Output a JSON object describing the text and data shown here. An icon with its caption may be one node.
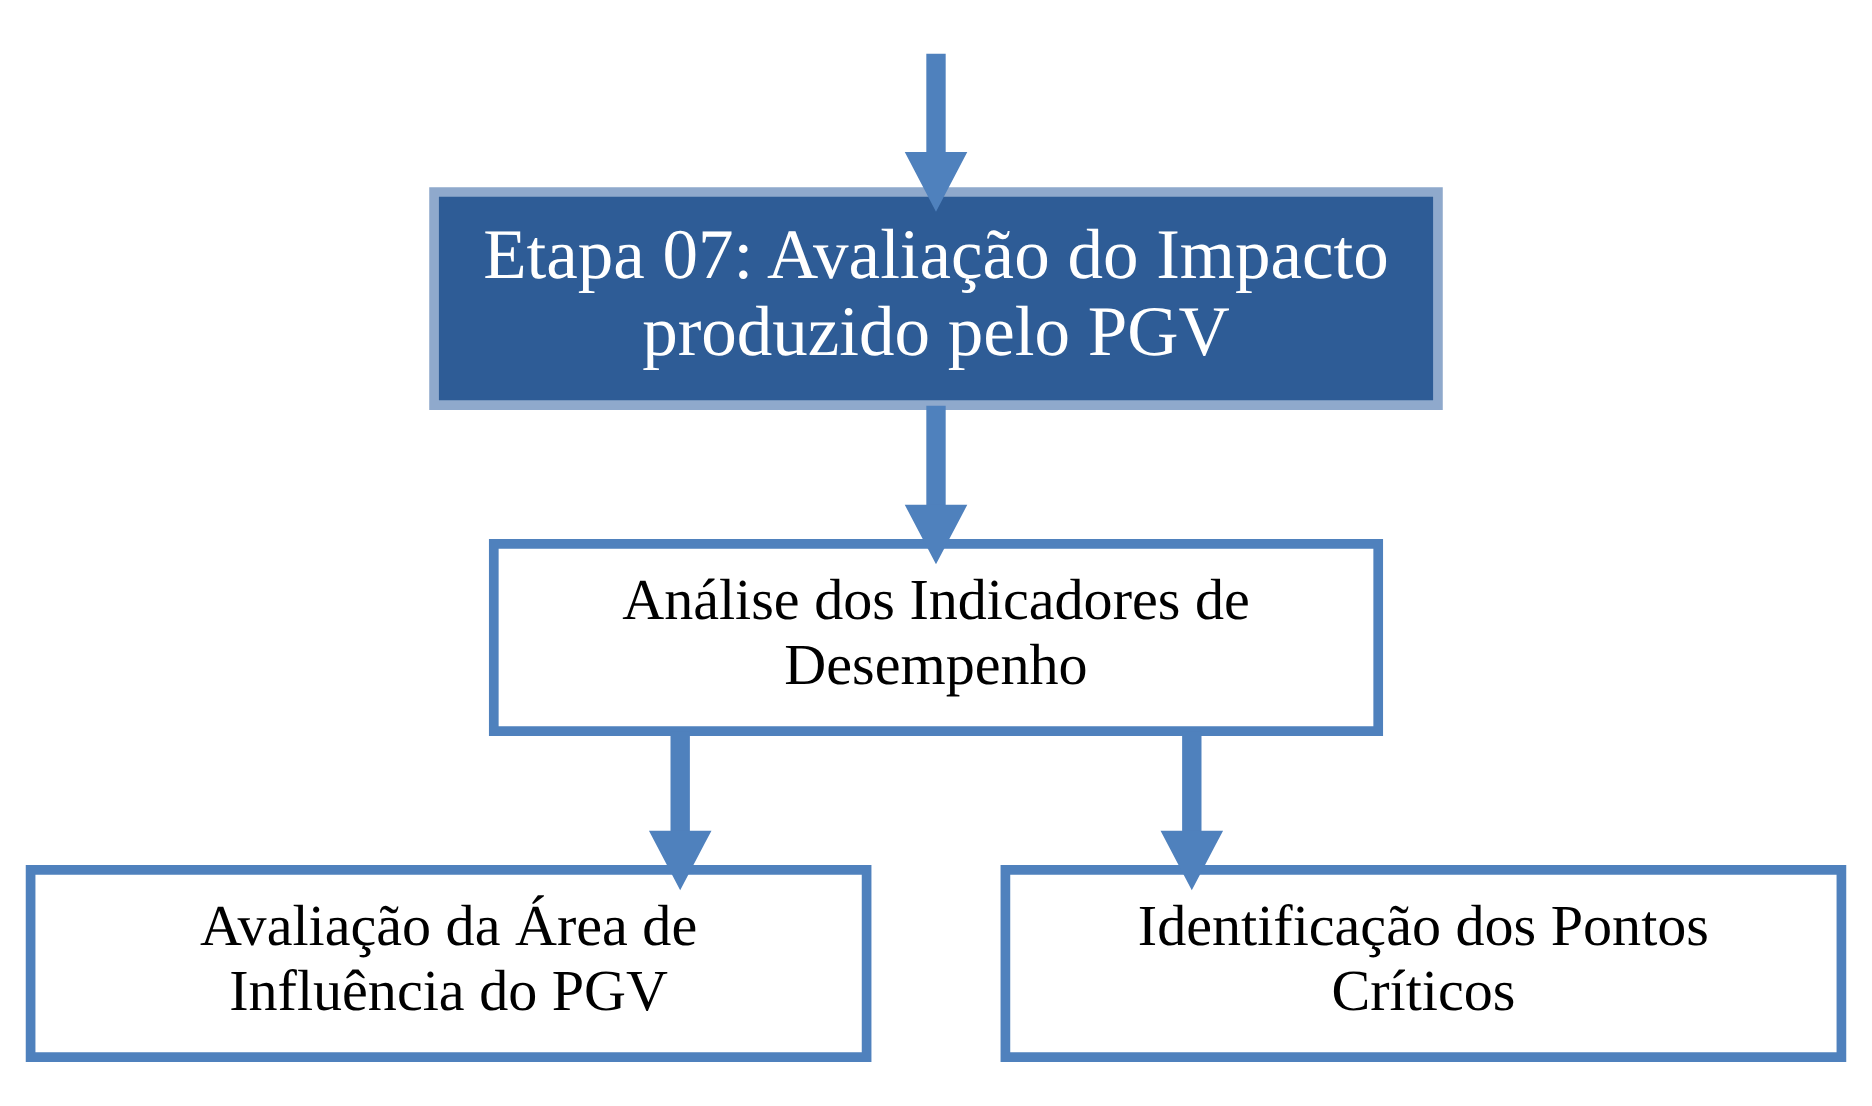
{
  "diagram": {
    "nodes": [
      {
        "text": [
          "Etapa 07: Avaliação do Impacto produzido pelo PGV"
        ]
      },
      {
        "text": [
          "Análise dos Indicadores de Desempenho"
        ]
      },
      {
        "text": [
          "Avaliação da Área de Influência do PGV"
        ]
      },
      {
        "text": [
          "Identificação dos Pontos Críticos"
        ]
      }
    ],
    "edges": [
      {
        "from": null,
        "to": 0,
        "arrow": "to"
      },
      {
        "from": 0,
        "to": 1,
        "arrow": "to"
      },
      {
        "from": 1,
        "to": 2,
        "arrow": "to"
      },
      {
        "from": 1,
        "to": 3,
        "arrow": "to"
      }
    ]
  }
}
